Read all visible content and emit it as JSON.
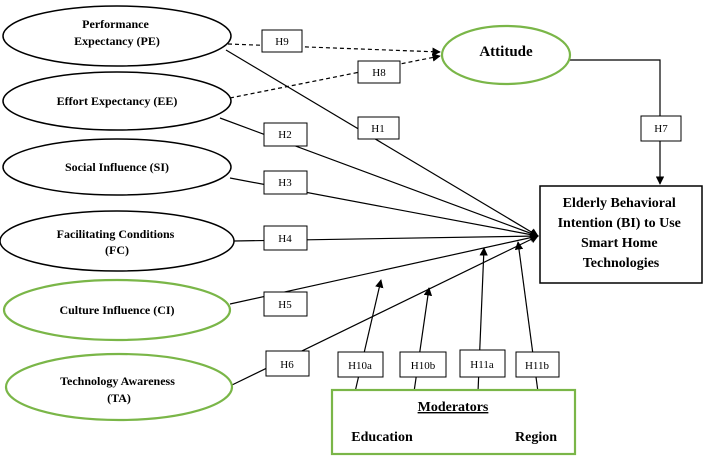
{
  "constructs": {
    "pe": [
      "Performance",
      "Expectancy (PE)"
    ],
    "ee": [
      "Effort Expectancy (EE)"
    ],
    "si": [
      "Social Influence (SI)"
    ],
    "fc": [
      "Facilitating Conditions",
      "(FC)"
    ],
    "ci": [
      "Culture Influence (CI)"
    ],
    "ta": [
      "Technology Awareness",
      "(TA)"
    ],
    "attitude": [
      "Attitude"
    ],
    "bi": [
      "Elderly Behavioral",
      "Intention (BI) to Use",
      "Smart Home",
      "Technologies"
    ]
  },
  "moderators": {
    "title": "Moderators",
    "education": "Education",
    "region": "Region"
  },
  "hypotheses": {
    "h1": "H1",
    "h2": "H2",
    "h3": "H3",
    "h4": "H4",
    "h5": "H5",
    "h6": "H6",
    "h7": "H7",
    "h8": "H8",
    "h9": "H9",
    "h10a": "H10a",
    "h10b": "H10b",
    "h11a": "H11a",
    "h11b": "H11b"
  },
  "colors": {
    "new_construct_border": "#7ab648",
    "standard_border": "#000000"
  }
}
